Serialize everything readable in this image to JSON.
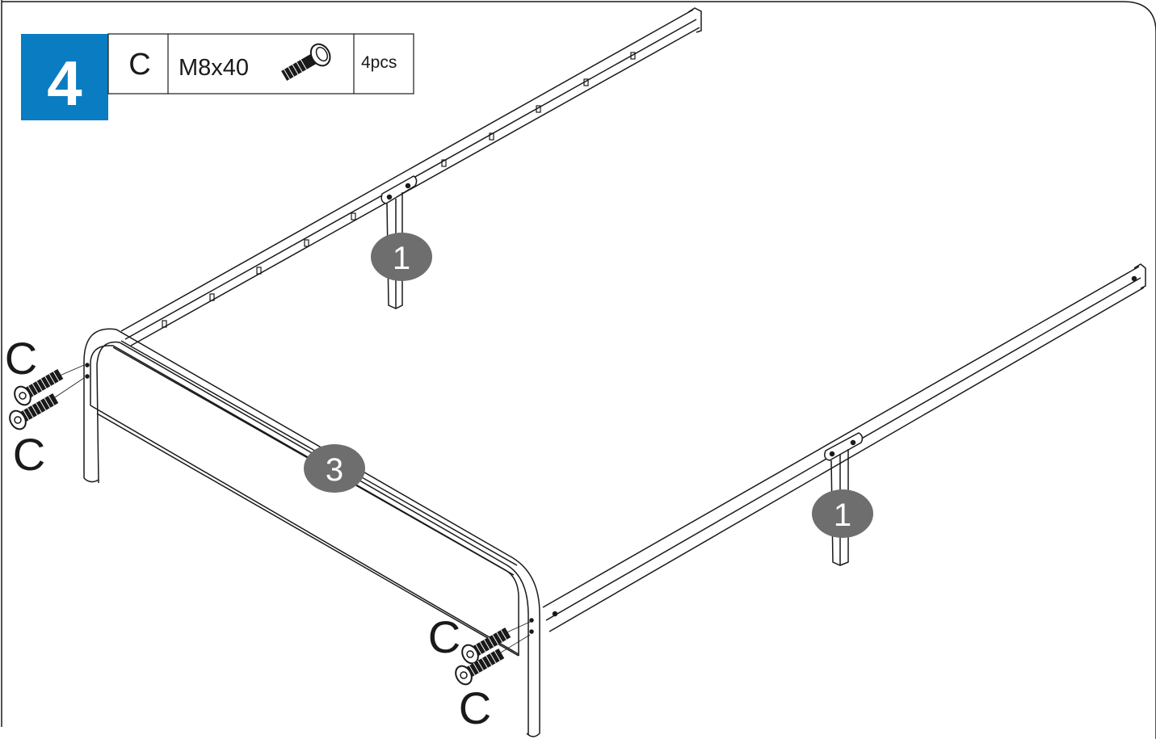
{
  "step": {
    "number": "4",
    "accent_color": "#0a7cc1"
  },
  "hardware": {
    "code": "C",
    "size": "M8x40",
    "quantity": "4pcs",
    "icon": "bolt-icon"
  },
  "callouts": {
    "left_top": "C",
    "left_bottom": "C",
    "right_top": "C",
    "right_bottom": "C"
  },
  "parts": {
    "rail_left": "1",
    "rail_right": "1",
    "footboard": "3"
  },
  "colors": {
    "badge": "#6e6e6e",
    "line": "#1a1a1a"
  }
}
